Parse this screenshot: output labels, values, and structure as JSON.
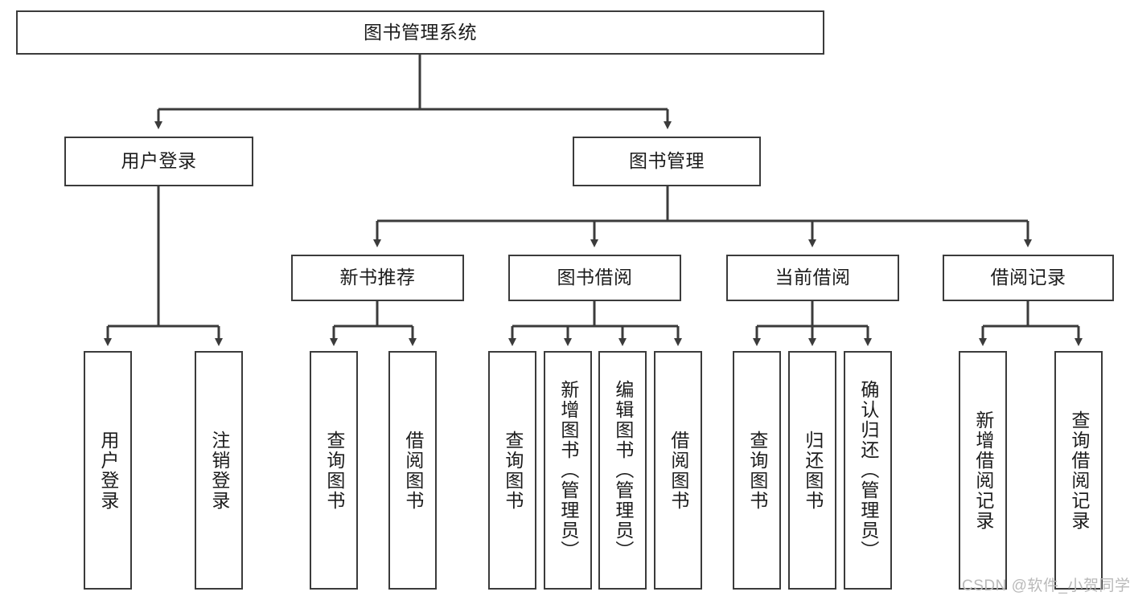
{
  "diagram": {
    "type": "tree-hierarchy",
    "title": "图书管理系统",
    "root": {
      "label": "图书管理系统"
    },
    "level2": [
      {
        "label": "用户登录"
      },
      {
        "label": "图书管理"
      }
    ],
    "level3": [
      {
        "label": "新书推荐"
      },
      {
        "label": "图书借阅"
      },
      {
        "label": "当前借阅"
      },
      {
        "label": "借阅记录"
      }
    ],
    "leaves": {
      "user_login": [
        {
          "label": "用户登录"
        },
        {
          "label": "注销登录"
        }
      ],
      "new_book_recommend": [
        {
          "label": "查询图书"
        },
        {
          "label": "借阅图书"
        }
      ],
      "book_borrow": [
        {
          "label": "查询图书"
        },
        {
          "label": "新增图书（管理员）"
        },
        {
          "label": "编辑图书（管理员）"
        },
        {
          "label": "借阅图书"
        }
      ],
      "current_borrow": [
        {
          "label": "查询图书"
        },
        {
          "label": "归还图书"
        },
        {
          "label": "确认归还（管理员）"
        }
      ],
      "borrow_record": [
        {
          "label": "新增借阅记录"
        },
        {
          "label": "查询借阅记录"
        }
      ]
    }
  },
  "watermark": {
    "text": "CSDN @软件_小贺同学"
  },
  "colors": {
    "border": "#3b3b3b",
    "background": "#ffffff",
    "text": "#1c1c1c",
    "watermark": "#b9b9b9"
  }
}
